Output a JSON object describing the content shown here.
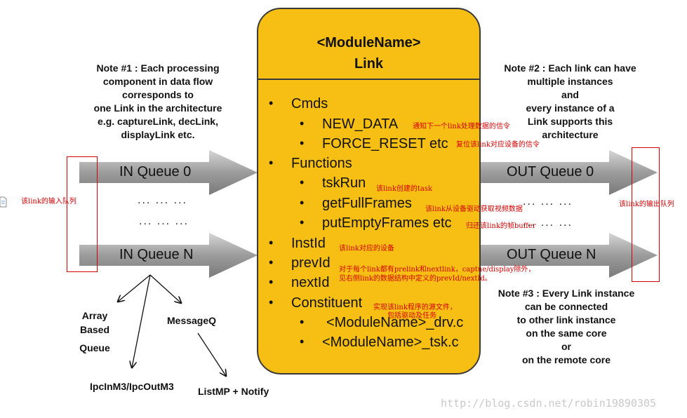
{
  "header": {
    "line1": "<ModuleName>",
    "line2": "Link"
  },
  "items": [
    {
      "text": "Cmds",
      "note": ""
    },
    {
      "text": "NEW_DATA",
      "note": "通知下一个link处理数据的信令"
    },
    {
      "text": "FORCE_RESET etc",
      "note": "复位该link对应设备的信令"
    },
    {
      "text": "Functions",
      "note": ""
    },
    {
      "text": "tskRun",
      "note": "该link创建的task"
    },
    {
      "text": "getFullFrames",
      "note": "该link从设备驱动获取视频数据"
    },
    {
      "text": "putEmptyFrames etc",
      "note": "归还该link的帧buffer"
    },
    {
      "text": "InstId",
      "note": "该link对应的设备"
    },
    {
      "text": "prevId",
      "note": "对于每个link都有prelink和nextlink，captue/display除外，"
    },
    {
      "text": "nextId",
      "note": "见右侧link的数据结构中定义的prevId/nextId。"
    },
    {
      "text": "Constituent",
      "note": "实现该link程序的源文件，"
    },
    {
      "text": "<ModuleName>_drv.c",
      "note": "包括驱动及任务"
    },
    {
      "text": "<ModuleName>_tsk.c",
      "note": ""
    }
  ],
  "notes": {
    "note1": [
      "Note #1 : Each processing",
      "component in data flow",
      "corresponds to",
      "one Link in the architecture",
      "e.g. captureLink, decLink,",
      "displayLink etc."
    ],
    "note2": [
      "Note #2 : Each link can have",
      "multiple instances",
      "and",
      "every instance of a",
      "Link supports this",
      "architecture"
    ],
    "note3": [
      "Note #3 : Every Link instance",
      "can be connected",
      "to other link instance",
      "on the same core",
      "or",
      "on the remote core"
    ]
  },
  "queues": {
    "in0": "IN Queue 0",
    "inN": "IN Queue N",
    "out0": "OUT Queue 0",
    "outN": "OUT Queue N",
    "dots": "... ... ..."
  },
  "annotations": {
    "input": "该link的输入队列",
    "output": "该link的输出队列"
  },
  "queue_types": {
    "array1": "Array",
    "array2": "Based",
    "array3": "Queue",
    "msgq": "MessageQ",
    "ipc": "IpcInM3/IpcOutM3",
    "listmp": "ListMP + Notify"
  },
  "watermark": "http://blog.csdn.net/robin19890305",
  "colors": {
    "box": "#f7bf14",
    "arrow": "#8c8c8c",
    "annotation": "#d40000"
  }
}
